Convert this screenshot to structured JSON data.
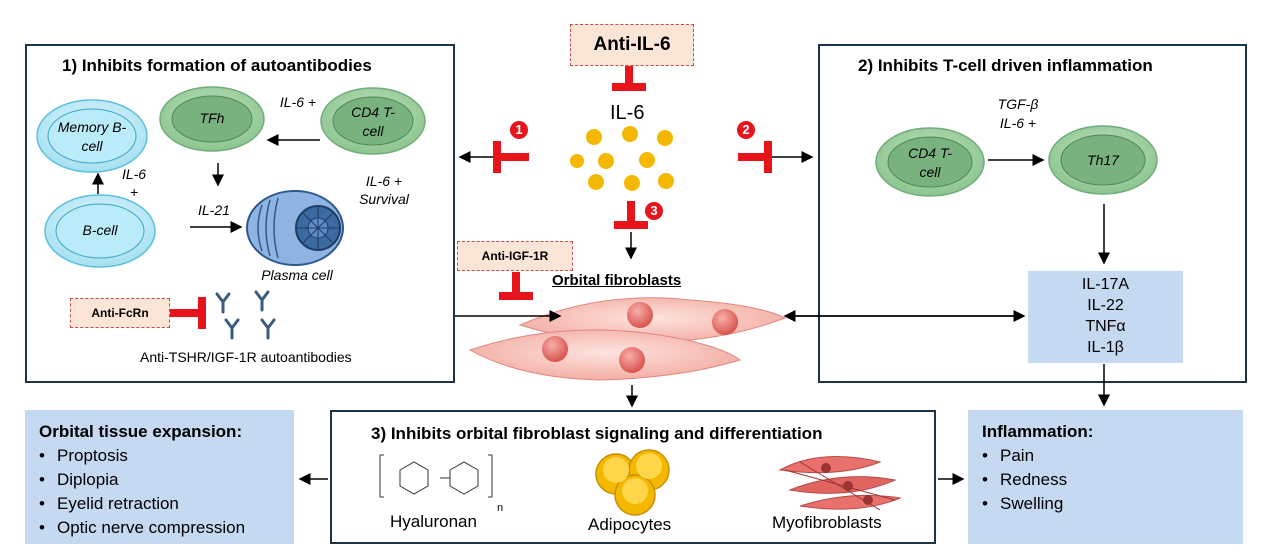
{
  "center": {
    "drug": "Anti-IL-6",
    "cytokine": "IL-6",
    "target": "Orbital fibroblasts",
    "markers": [
      "1",
      "2",
      "3"
    ]
  },
  "panel1": {
    "title": "1) Inhibits formation of autoantibodies",
    "cells": {
      "memory_b": "Memory B-cell",
      "tfh": "TFh",
      "cd4": "CD4 T-cell",
      "b_cell": "B-cell",
      "plasma": "Plasma cell"
    },
    "labels": {
      "il6_plus_top": "IL-6 +",
      "il6_plus_left": "IL-6 +",
      "il21": "IL-21",
      "il6_survival": "IL-6 + Survival"
    },
    "drug": "Anti-FcRn",
    "autoantibodies": "Anti-TSHR/IGF-1R autoantibodies"
  },
  "panel2": {
    "title": "2) Inhibits T-cell driven inflammation",
    "signal": "TGF-β IL-6 +",
    "cells": {
      "cd4": "CD4 T-cell",
      "th17": "Th17"
    },
    "cytokines": [
      "IL-17A",
      "IL-22",
      "TNFα",
      "IL-1β"
    ]
  },
  "anti_igf": "Anti-IGF-1R",
  "panel3": {
    "title": "3) Inhibits orbital fibroblast signaling and differentiation",
    "items": [
      "Hyaluronan",
      "Adipocytes",
      "Myofibroblasts"
    ],
    "subscript_n": "n"
  },
  "outcome_left": {
    "title": "Orbital tissue expansion:",
    "items": [
      "Proptosis",
      "Diplopia",
      "Eyelid retraction",
      "Optic nerve compression"
    ]
  },
  "outcome_right": {
    "title": "Inflammation:",
    "items": [
      "Pain",
      "Redness",
      "Swelling"
    ]
  },
  "colors": {
    "inhibit_red": "#e8141b",
    "panel_border": "#1f3347",
    "cytokine_box": "#c5d9f1",
    "tcell_green": "#70ad7b",
    "bcell_blue": "#5bc0de",
    "il6_dot": "#f5b800"
  }
}
